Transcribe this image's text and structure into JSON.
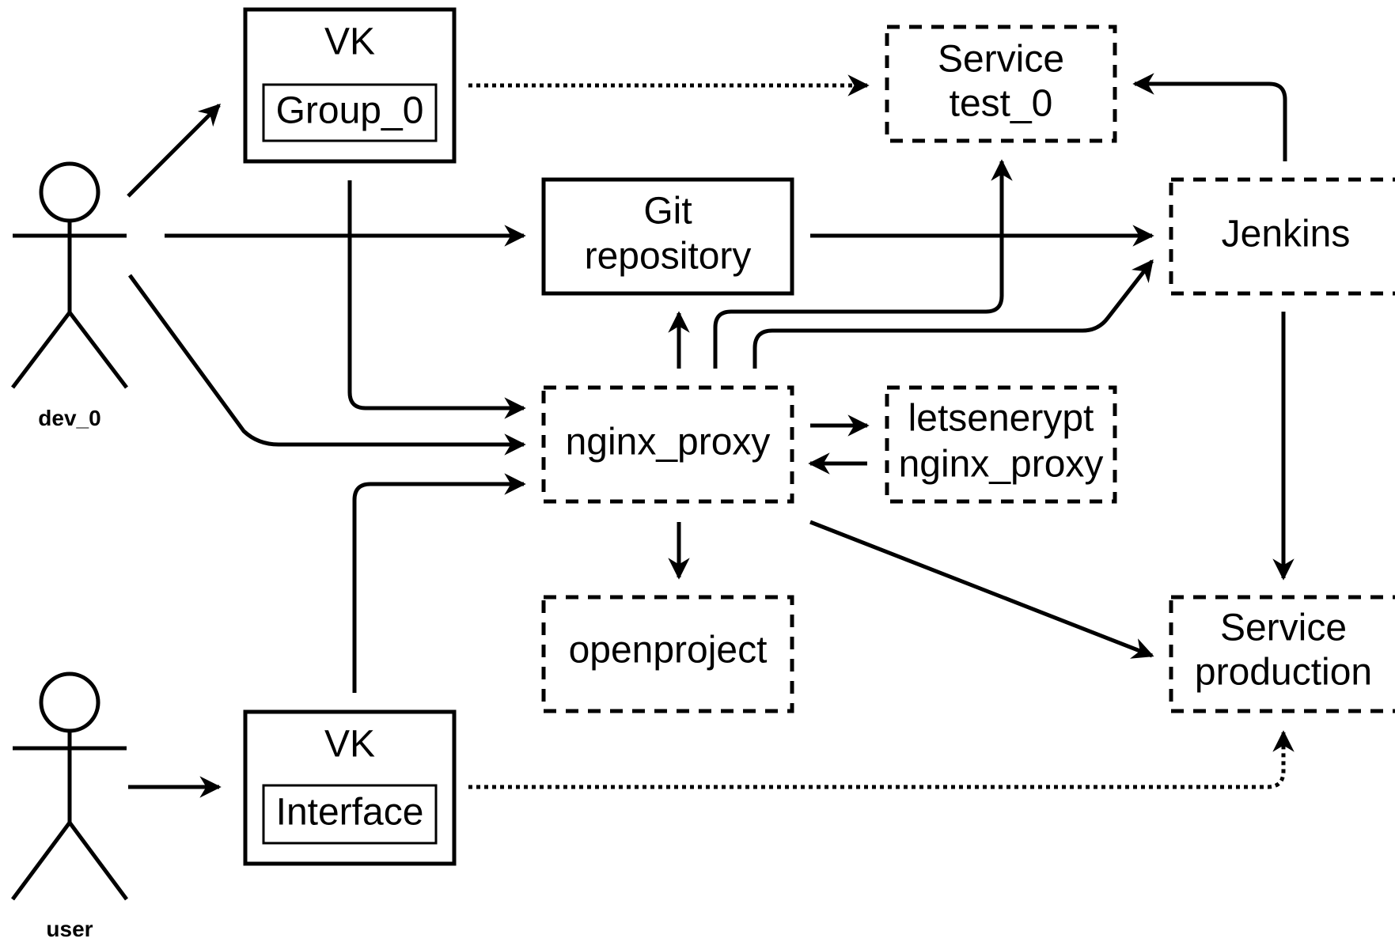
{
  "actors": {
    "dev": {
      "label": "dev_0"
    },
    "user": {
      "label": "user"
    }
  },
  "nodes": {
    "vk_group": {
      "title": "VK",
      "inner": "Group_0"
    },
    "vk_interface": {
      "title": "VK",
      "inner": "Interface"
    },
    "service_test": {
      "line1": "Service",
      "line2": "test_0"
    },
    "git_repo": {
      "line1": "Git",
      "line2": "repository"
    },
    "jenkins": {
      "label": "Jenkins"
    },
    "nginx_proxy": {
      "label": "nginx_proxy"
    },
    "letsencrypt": {
      "line1": "letsenerypt",
      "line2": "nginx_proxy"
    },
    "openproject": {
      "label": "openproject"
    },
    "service_production": {
      "line1": "Service",
      "line2": "production"
    }
  },
  "colors": {
    "stroke": "#000000",
    "background": "#ffffff"
  }
}
